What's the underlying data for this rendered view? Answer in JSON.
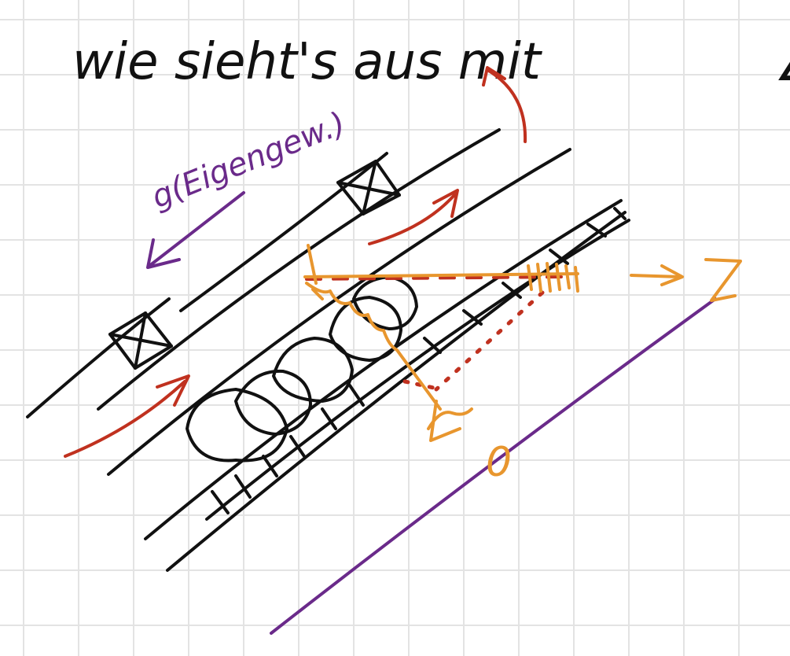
{
  "note": {
    "heading": "wie sieht's aus mit",
    "heading_trailing_glyph": "∠",
    "gravity_label": "g(Eigengew.)",
    "axis_end_label": "z",
    "axis_origin_label": "0"
  },
  "colors": {
    "paper": "#ffffff",
    "grid": "#e3e3e3",
    "ink": "#111111",
    "red": "#c0311f",
    "purple": "#6a2a8a",
    "orange": "#e8962e"
  }
}
